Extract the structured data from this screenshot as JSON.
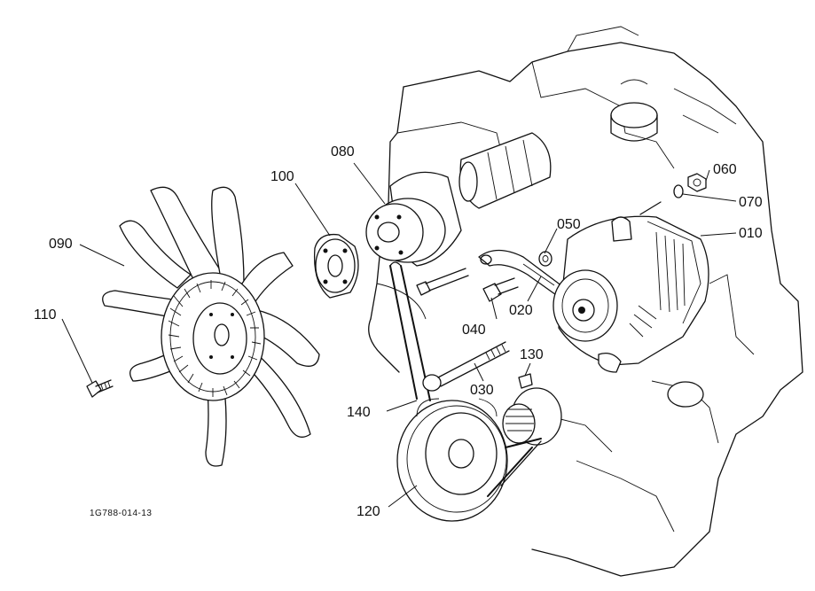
{
  "drawing_code": "1G788-014-13",
  "parts": {
    "p010": "010",
    "p020": "020",
    "p030": "030",
    "p040": "040",
    "p050": "050",
    "p060": "060",
    "p070": "070",
    "p080": "080",
    "p090": "090",
    "p100": "100",
    "p110": "110",
    "p120": "120",
    "p130": "130",
    "p140": "140"
  },
  "colors": {
    "line": "#111111",
    "paper": "#ffffff"
  }
}
